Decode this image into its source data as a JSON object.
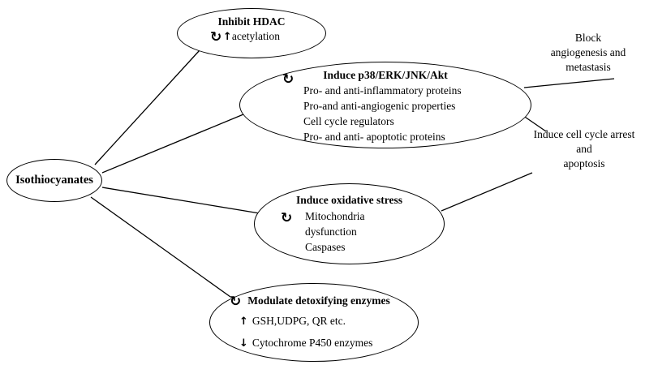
{
  "root_node": {
    "label": "Isothiocyanates"
  },
  "icons": {
    "curved_arrow": "↻"
  },
  "hdac": {
    "title": "Inhibit HDAC",
    "arrow": "↑",
    "item": "acetylation"
  },
  "p38": {
    "title": "Induce p38/ERK/JNK/Akt",
    "items": [
      "Pro- and anti-inflammatory proteins",
      "Pro-and anti-angiogenic properties",
      "Cell cycle regulators",
      "Pro- and anti- apoptotic proteins"
    ]
  },
  "oxidative": {
    "title": "Induce oxidative stress",
    "items": [
      "Mitochondria",
      "dysfunction",
      "Caspases"
    ]
  },
  "detox": {
    "title": "Modulate detoxifying enzymes",
    "items": [
      {
        "arrow": "↑",
        "text": "GSH,UDPG, QR etc."
      },
      {
        "arrow": "↓",
        "text": "Cytochrome P450 enzymes"
      }
    ]
  },
  "outcomes": {
    "block": {
      "line1": "Block",
      "line2": "angiogenesis and",
      "line3": "metastasis"
    },
    "arrest": {
      "line1": "Induce cell cycle arrest",
      "line2": "and",
      "line3": "apoptosis"
    }
  }
}
